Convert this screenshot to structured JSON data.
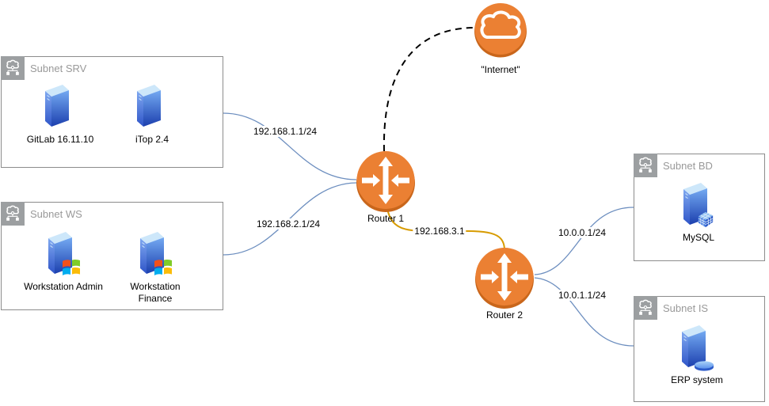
{
  "subnets": [
    {
      "title": "Subnet SRV"
    },
    {
      "title": "Subnet WS"
    },
    {
      "title": "Subnet BD"
    },
    {
      "title": "Subnet IS"
    }
  ],
  "devices": {
    "gitlab": {
      "label": "GitLab 16.11.10",
      "type": "server"
    },
    "itop": {
      "label": "iTop 2.4",
      "type": "server"
    },
    "ws_admin": {
      "label": "Workstation Admin",
      "type": "windows-workstation"
    },
    "ws_finance": {
      "label": "Workstation Finance",
      "type": "windows-workstation"
    },
    "mysql": {
      "label": "MySQL",
      "type": "database-server"
    },
    "erp": {
      "label": "ERP system",
      "type": "erp-server"
    }
  },
  "nodes": {
    "internet": {
      "label": "\"Internet\"",
      "type": "cloud"
    },
    "router1": {
      "label": "Router 1",
      "type": "router"
    },
    "router2": {
      "label": "Router 2",
      "type": "router"
    }
  },
  "links": {
    "srv_r1": {
      "label": "192.168.1.1/24",
      "style": "solid-blue"
    },
    "ws_r1": {
      "label": "192.168.2.1/24",
      "style": "solid-blue"
    },
    "r1_internet": {
      "label": "",
      "style": "dashed-black"
    },
    "r1_r2": {
      "label": "192.168.3.1",
      "style": "solid-gold"
    },
    "r2_bd": {
      "label": "10.0.0.1/24",
      "style": "solid-blue"
    },
    "r2_is": {
      "label": "10.0.1.1/24",
      "style": "solid-blue"
    }
  },
  "colors": {
    "node_orange": "#EB8033",
    "node_orange_rim": "#C9661B",
    "link_blue": "#6C8EBF",
    "link_gold": "#D79B00",
    "link_dashed": "#000000",
    "box_border": "#8c8c8c",
    "title_gray": "#999999"
  }
}
